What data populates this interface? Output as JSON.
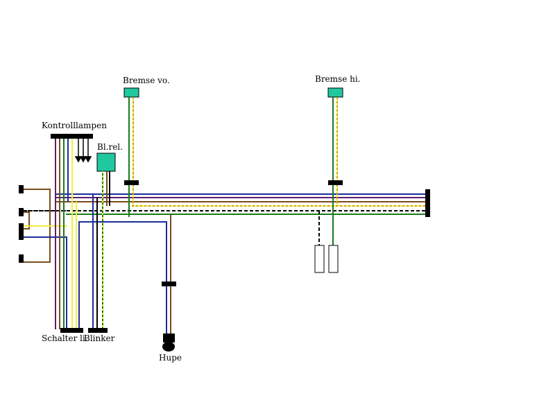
{
  "labels": {
    "bremse_vo": "Bremse vo.",
    "bremse_hi": "Bremse hi.",
    "kontrolllampen": "Kontrolllampen",
    "blinkrelais": "Bl.rel.",
    "schalter_li": "Schalter li.",
    "blinker": "Blinker",
    "hupe": "Hupe"
  },
  "colors": {
    "background": "#ffffff",
    "connector": "#000000",
    "switch_box": "#20c8a0",
    "wire_blue": "#1a2d9e",
    "wire_brown": "#7a4a1c",
    "wire_purple": "#5a1f6a",
    "wire_yellow": "#f0f040",
    "wire_green": "#1a7a1a",
    "wire_green_yellow": "#c8f030",
    "wire_black": "#000000"
  }
}
